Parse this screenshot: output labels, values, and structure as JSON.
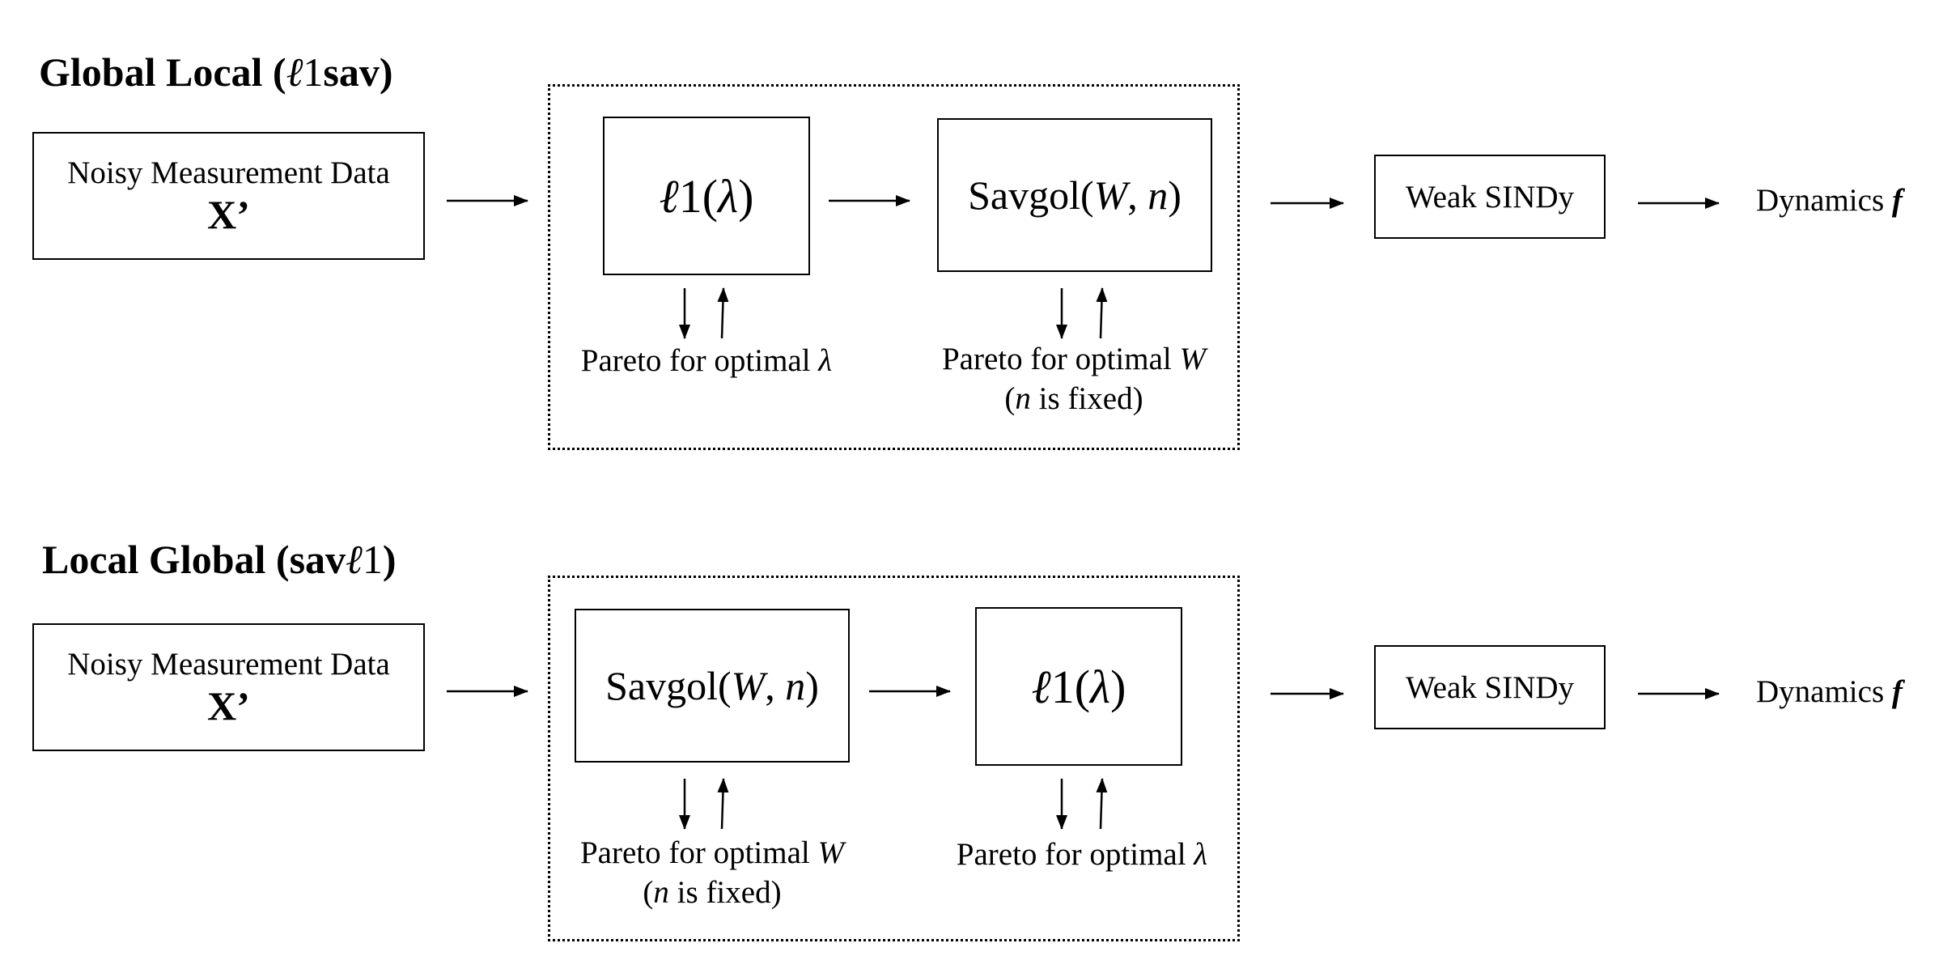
{
  "diagram_1": {
    "title": "Global Local",
    "title_suffix_open": "(",
    "title_suffix_ell": "ℓ",
    "title_suffix_one": "1",
    "title_suffix_sav": "sav",
    "title_suffix_close": ")",
    "input_line1": "Noisy Measurement Data",
    "input_line2": "X’",
    "step1": {
      "ell": "ℓ",
      "text": "1(",
      "sym": "λ",
      "close": ")"
    },
    "step2": {
      "text": "Savgol(",
      "w": "W",
      "comma": ", ",
      "n": "n",
      "close": ")"
    },
    "step1_note": {
      "text": "Pareto for optimal ",
      "sym": "λ"
    },
    "step2_note": {
      "text": "Pareto for optimal ",
      "sym": "W",
      "line2_open": "(",
      "line2_n": "n",
      "line2_rest": " is fixed)"
    },
    "model": "Weak SINDy",
    "output_text": "Dynamics ",
    "output_sym": "f"
  },
  "diagram_2": {
    "title": "Local Global",
    "title_suffix_open": "(",
    "title_suffix_sav": "sav",
    "title_suffix_ell": "ℓ",
    "title_suffix_one": "1",
    "title_suffix_close": ")",
    "input_line1": "Noisy Measurement Data",
    "input_line2": "X’",
    "step1": {
      "text": "Savgol(",
      "w": "W",
      "comma": ", ",
      "n": "n",
      "close": ")"
    },
    "step2": {
      "ell": "ℓ",
      "text": "1(",
      "sym": "λ",
      "close": ")"
    },
    "step1_note": {
      "text": "Pareto for optimal ",
      "sym": "W",
      "line2_open": "(",
      "line2_n": "n",
      "line2_rest": " is fixed)"
    },
    "step2_note": {
      "text": "Pareto for optimal ",
      "sym": "λ"
    },
    "model": "Weak SINDy",
    "output_text": "Dynamics ",
    "output_sym": "f"
  }
}
